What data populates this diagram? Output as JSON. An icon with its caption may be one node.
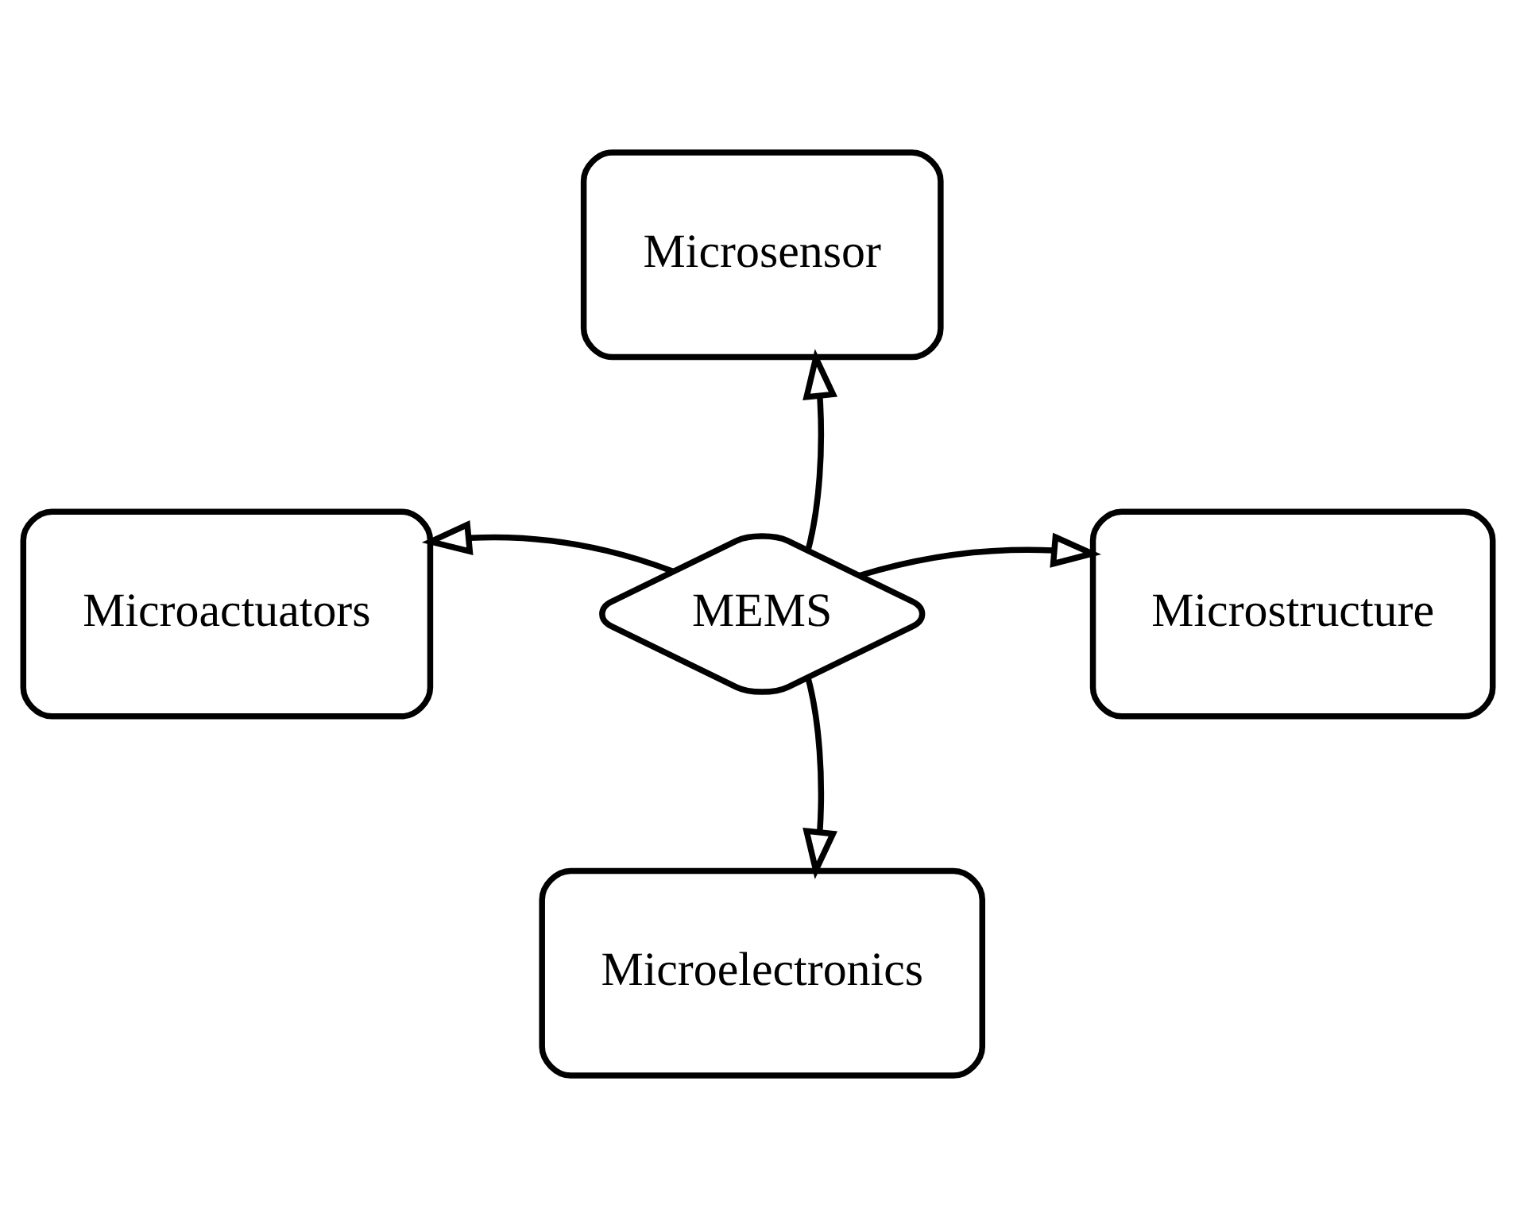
{
  "diagram": {
    "nodes": [
      {
        "text": [
          "Microsensor"
        ]
      },
      {
        "text": [
          "Microactuators"
        ]
      },
      {
        "text": [
          "MEMS"
        ]
      },
      {
        "text": [
          "Microstructure"
        ]
      },
      {
        "text": [
          "Microelectronics"
        ]
      }
    ],
    "edges": [
      {
        "from": 2,
        "to": 0,
        "arrow": "to"
      },
      {
        "from": 2,
        "to": 1,
        "arrow": "to"
      },
      {
        "from": 2,
        "to": 3,
        "arrow": "to"
      },
      {
        "from": 2,
        "to": 4,
        "arrow": "to"
      }
    ]
  }
}
